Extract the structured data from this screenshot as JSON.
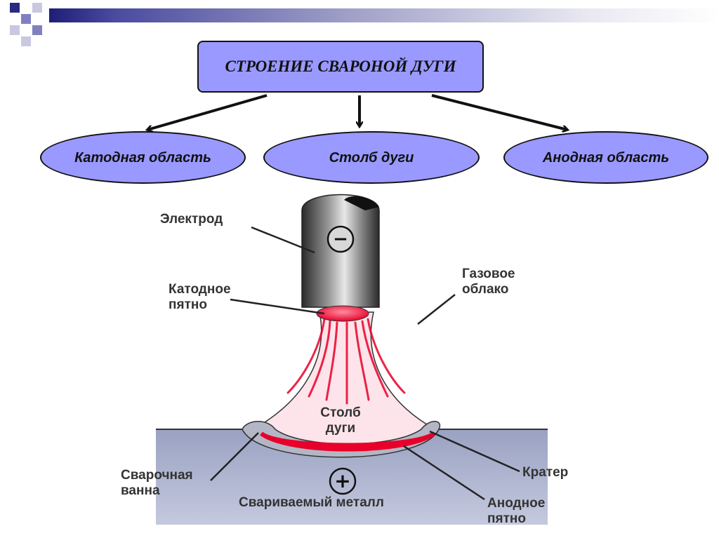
{
  "title": "СТРОЕНИЕ СВАРОНОЙ ДУГИ",
  "branches": [
    {
      "label": "Катодная область"
    },
    {
      "label": "Столб дуги"
    },
    {
      "label": "Анодная область"
    }
  ],
  "illustration": {
    "labels": {
      "electrode": "Электрод",
      "cathode_spot": "Катодное пятно",
      "gas_cloud": "Газовое облако",
      "arc_column": "Столб дуги",
      "weld_pool": "Сварочная ванна",
      "crater": "Кратер",
      "base_metal": "Свариваемый металл",
      "anode_spot": "Анодное пятно"
    },
    "symbols": {
      "negative": "−",
      "positive": "+"
    }
  },
  "colors": {
    "box_fill": "#9999ff",
    "arc_red": "#e8002a",
    "arc_pink": "#f5a3b3",
    "metal": "#a8b0cc"
  }
}
